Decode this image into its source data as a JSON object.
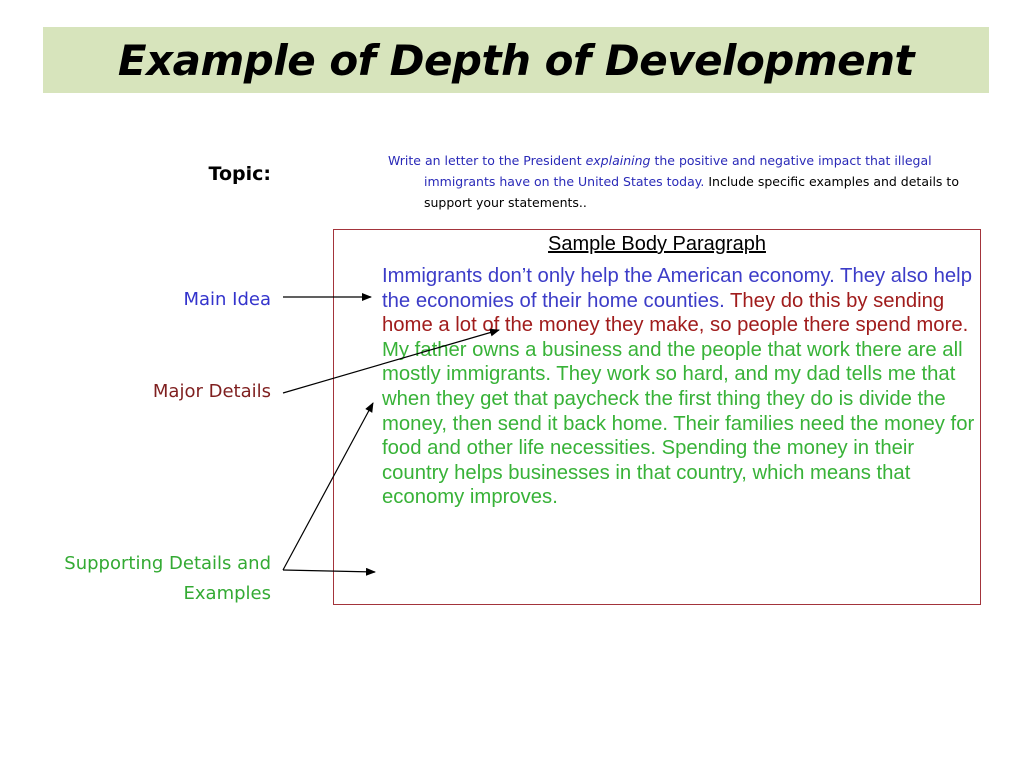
{
  "title": "Example of Depth of Development",
  "labels": {
    "topic": "Topic:",
    "main_idea": "Main Idea",
    "major_details": "Major Details",
    "supporting_line1": "Supporting Details and",
    "supporting_line2": "Examples"
  },
  "prompt": {
    "part1": "Write an letter to the President ",
    "part2_italic": "explaining",
    "part3": " the positive and negative impact that illegal immigrants have on the United States today.",
    "part4": "  Include specific examples and details to support your statements.."
  },
  "paragraph": {
    "heading": "Sample Body Paragraph",
    "main_idea": "Immigrants don’t only help the American economy.  They also help the economies of their home counties. ",
    "major_detail": " They do this by sending home a lot of the money they make, so people there spend more.",
    "supporting": " My father owns a business and the people that work there are all mostly immigrants.  They work so hard, and my dad tells me that when they get that paycheck the first thing they do is divide the money, then send it back home.  Their families need the money for food and other life necessities.  Spending the money in their country helps businesses in that country, which means that economy improves."
  },
  "colors": {
    "title_bg": "#d7e4bc",
    "main_idea": "#3c3cc8",
    "major_details": "#a01c1c",
    "supporting": "#38b238",
    "box_border": "#a3343b"
  }
}
